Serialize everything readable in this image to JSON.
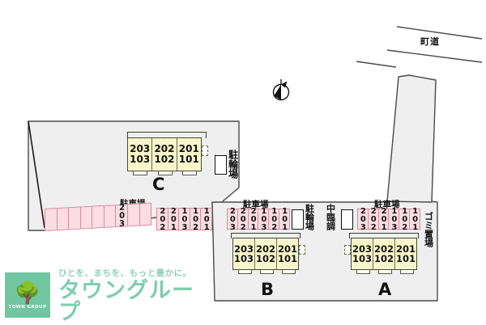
{
  "document": {
    "kind": "property-site-plan",
    "north_arrow": "north-arrow"
  },
  "labels": {
    "town_road": "町道",
    "parking_lot": "駐車場",
    "bicycle_parking": "駐輪場",
    "trash_area": "ゴミ置場",
    "center_note": "中臨調"
  },
  "buildings": [
    {
      "letter": "C",
      "units": [
        {
          "upper": "203",
          "lower": "103"
        },
        {
          "upper": "202",
          "lower": "102"
        },
        {
          "upper": "201",
          "lower": "101"
        }
      ]
    },
    {
      "letter": "B",
      "units": [
        {
          "upper": "203",
          "lower": "103"
        },
        {
          "upper": "202",
          "lower": "102"
        },
        {
          "upper": "201",
          "lower": "101"
        }
      ]
    },
    {
      "letter": "A",
      "units": [
        {
          "upper": "203",
          "lower": "103"
        },
        {
          "upper": "202",
          "lower": "102"
        },
        {
          "upper": "201",
          "lower": "101"
        }
      ]
    }
  ],
  "parking": {
    "west_lot_left": {
      "title": "駐車場",
      "stalls": [
        "",
        "",
        "",
        "",
        "",
        "",
        "203",
        "",
        ""
      ]
    },
    "west_lot_right": {
      "stalls": [
        "202",
        "201",
        "103",
        "102",
        "101"
      ]
    },
    "b_lot": {
      "title": "駐車場",
      "stalls": [
        "203",
        "202",
        "201",
        "103",
        "102",
        "101"
      ]
    },
    "a_lot": {
      "title": "駐車場",
      "stalls": [
        "203",
        "202",
        "201",
        "103",
        "102",
        "101"
      ]
    }
  },
  "colors": {
    "building_fill": "#f7f6cb",
    "building_stroke": "#4a4a35",
    "parking_fill": "#fbdde3",
    "parking_stroke": "#d98a9e",
    "site_fill": "#f0f0f0",
    "site_stroke": "#4a4a4a",
    "brand_green": "#7fcdae",
    "logo_block": "#6fc6a0"
  },
  "branding": {
    "tagline": "ひとを、まちを、もっと豊かに。",
    "name": "タウングループ",
    "mark_caption": "TOWN GROUP",
    "mark_icon": "tree-icon"
  }
}
